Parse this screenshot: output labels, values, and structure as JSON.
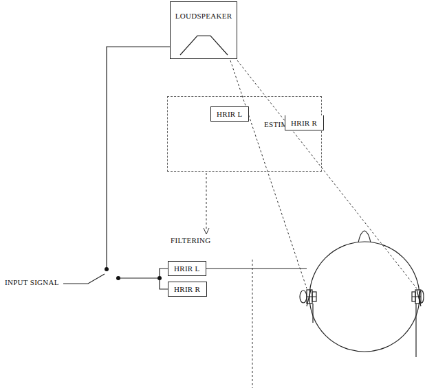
{
  "diagram": {
    "nodes": [
      {
        "text": [
          "LOUDSPEAKER"
        ]
      },
      {
        "text": [
          "ESTIMATING"
        ]
      },
      {
        "text": [
          "HRIR L"
        ],
        "in": 1
      },
      {
        "text": [
          "HRIR R"
        ],
        "in": 1
      },
      {
        "text": [
          "HRIR L"
        ]
      },
      {
        "text": [
          "HRIR R"
        ]
      }
    ],
    "labels": [
      "FILTERING",
      "INPUT SIGNAL"
    ]
  }
}
